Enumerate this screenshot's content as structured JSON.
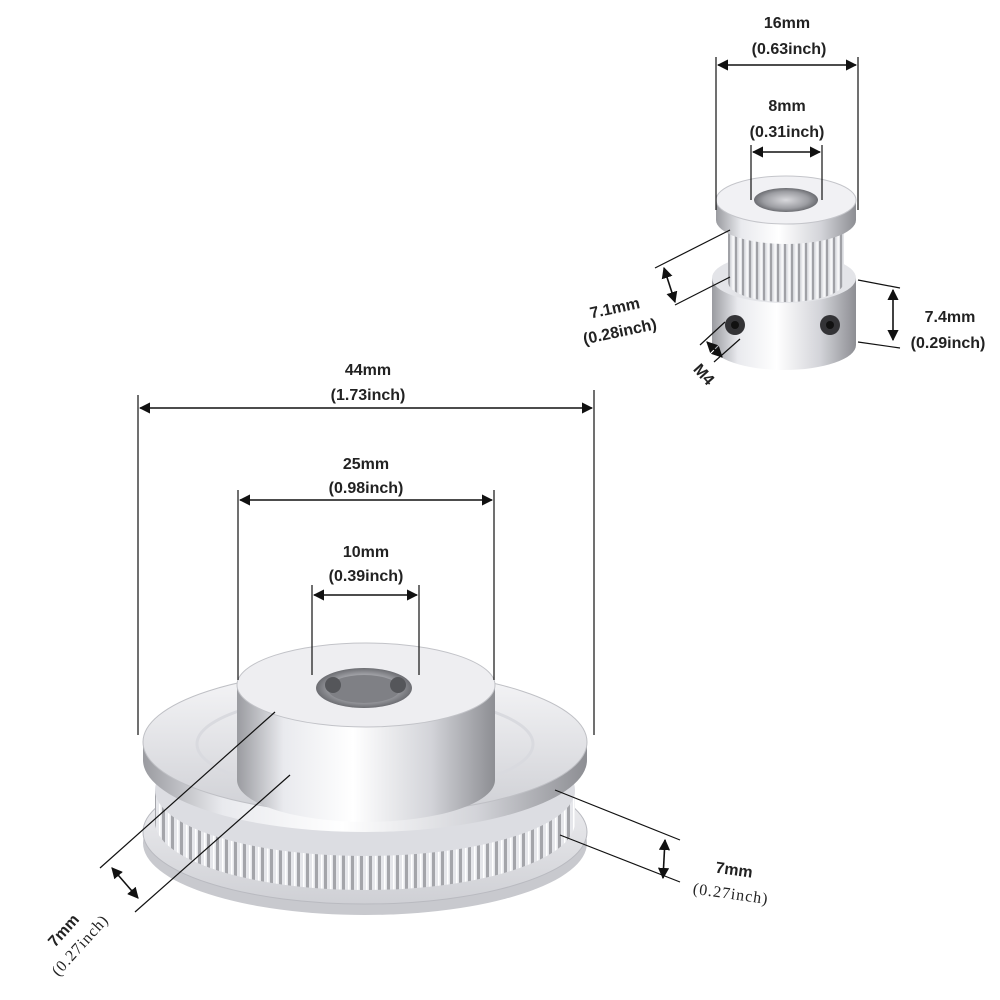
{
  "small_pulley": {
    "outer_diameter": {
      "mm": "16mm",
      "inch": "(0.63inch)"
    },
    "bore": {
      "mm": "8mm",
      "inch": "(0.31inch)"
    },
    "tooth_width": {
      "mm": "7.1mm",
      "inch": "(0.28inch)"
    },
    "hub_height": {
      "mm": "7.4mm",
      "inch": "(0.29inch)"
    },
    "set_screw": "M4"
  },
  "large_pulley": {
    "outer_diameter": {
      "mm": "44mm",
      "inch": "(1.73inch)"
    },
    "hub_diameter": {
      "mm": "25mm",
      "inch": "(0.98inch)"
    },
    "bore": {
      "mm": "10mm",
      "inch": "(0.39inch)"
    },
    "tooth_width_left": {
      "mm": "7mm",
      "inch": "(0.27inch)"
    },
    "tooth_width_right": {
      "mm": "7mm",
      "inch": "(0.27inch)"
    }
  },
  "colors": {
    "metal_light": "#f4f4f6",
    "metal_mid": "#c9cacf",
    "metal_dark": "#8a8b90",
    "line": "#111111"
  }
}
